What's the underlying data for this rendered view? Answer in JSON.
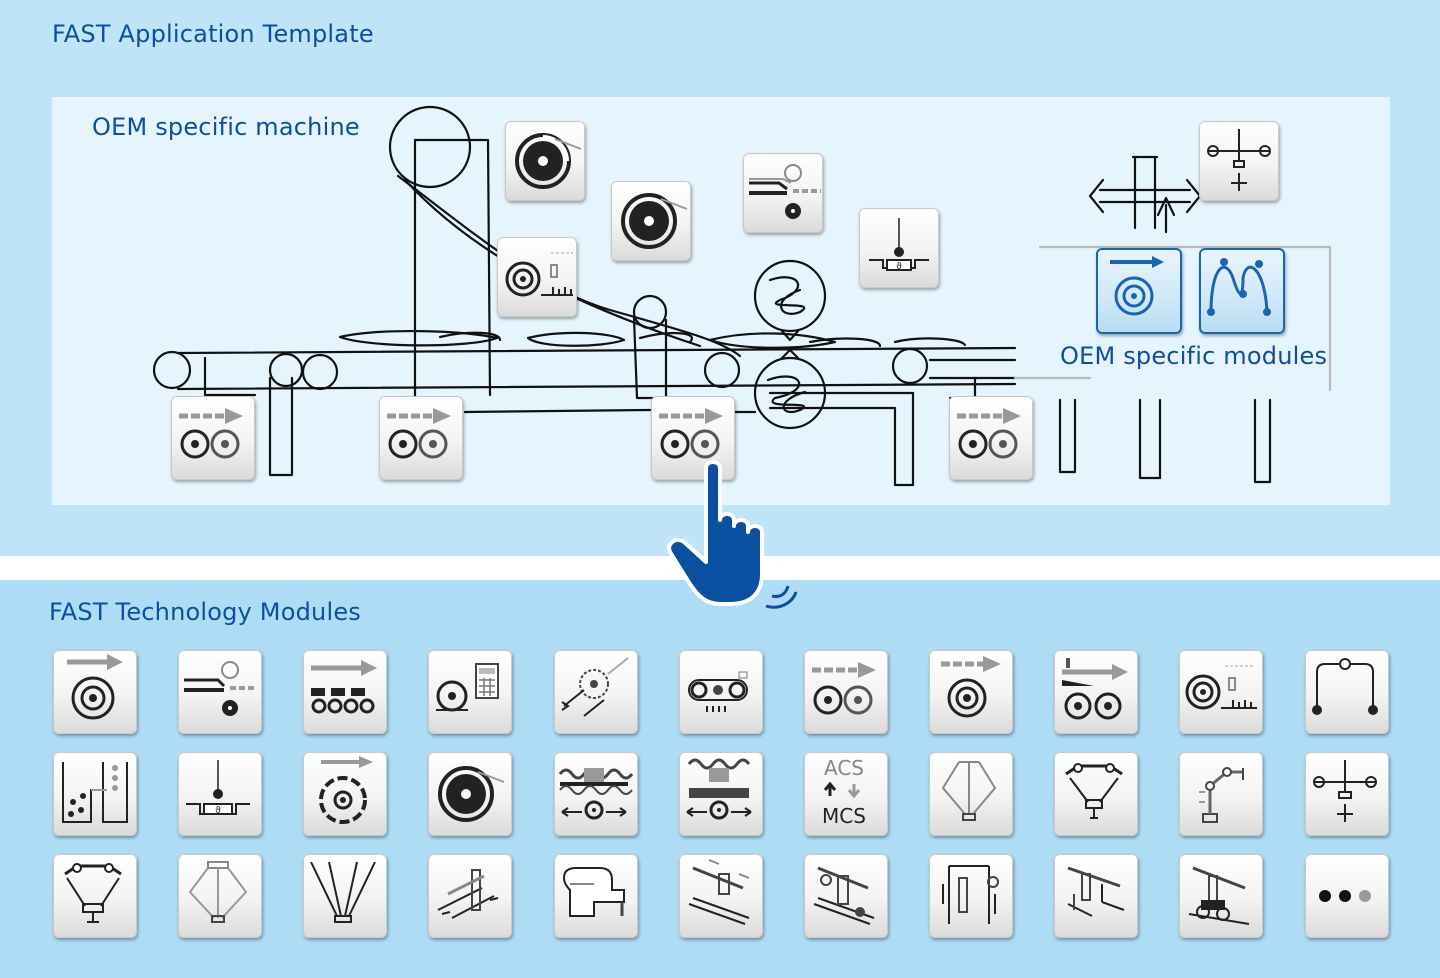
{
  "headings": {
    "template": "FAST Application Template",
    "machine": "OEM specific machine",
    "oem_modules": "OEM specific modules",
    "tech_modules": "FAST Technology Modules"
  },
  "tile_texts": {
    "acs": "ACS",
    "mcs": "MCS"
  },
  "colors": {
    "brand_blue": "#0d4f9e",
    "hand_blue": "#0a4fa0",
    "band_top": "#bfe3f7",
    "band_bottom": "#aedcf5"
  },
  "icons": {
    "pointer": "hand-pointer-icon"
  }
}
